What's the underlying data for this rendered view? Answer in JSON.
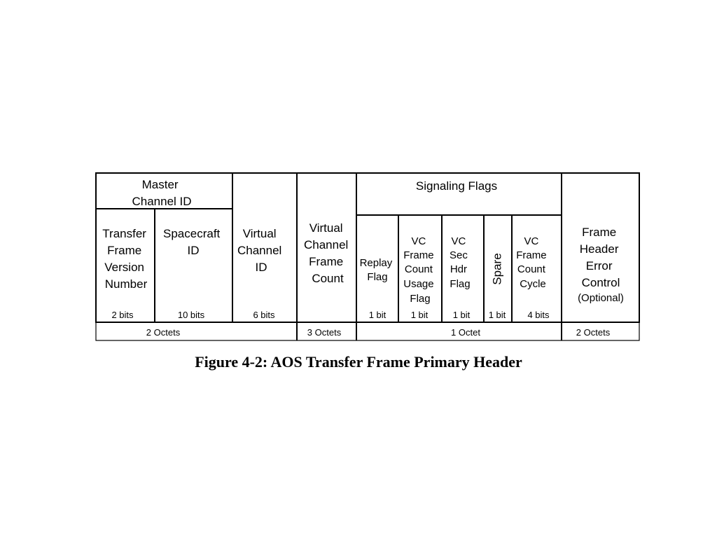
{
  "header": {
    "master_channel_id": [
      "Master",
      "Channel ID"
    ],
    "signaling_flags": "Signaling Flags",
    "fields": {
      "tfvn": [
        "Transfer",
        "Frame",
        "Version",
        "Number"
      ],
      "scid": [
        "Spacecraft",
        "ID"
      ],
      "vcid": [
        "Virtual",
        "Channel",
        "ID"
      ],
      "vcfc": [
        "Virtual",
        "Channel",
        "Frame",
        "Count"
      ],
      "replay": [
        "Replay",
        "Flag"
      ],
      "usage": [
        "VC",
        "Frame",
        "Count",
        "Usage",
        "Flag"
      ],
      "sechdr": [
        "VC",
        "Sec",
        "Hdr",
        "Flag"
      ],
      "spare": "Spare",
      "cycle": [
        "VC",
        "Frame",
        "Count",
        "Cycle"
      ],
      "fhec": [
        "Frame",
        "Header",
        "Error",
        "Control"
      ],
      "fhec_optional": "(Optional)"
    },
    "bits": {
      "tfvn": "2 bits",
      "scid": "10 bits",
      "vcid": "6 bits",
      "replay": "1 bit",
      "usage": "1 bit",
      "sechdr": "1 bit",
      "spare": "1 bit",
      "cycle": "4 bits"
    },
    "octets": {
      "group1": "2 Octets",
      "group2": "3 Octets",
      "group3": "1 Octet",
      "group4": "2 Octets"
    }
  },
  "caption": "Figure 4-2:  AOS Transfer Frame Primary Header"
}
